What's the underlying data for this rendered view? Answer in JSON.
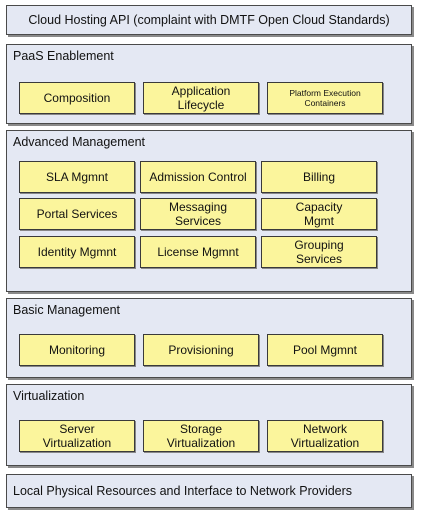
{
  "top_layer": {
    "label": "Cloud Hosting API (complaint with DMTF Open Cloud Standards)"
  },
  "paas": {
    "title": "PaaS Enablement",
    "items": [
      "Composition",
      "Application\nLifecycle",
      "Platform Execution\nContainers"
    ]
  },
  "advanced": {
    "title": "Advanced Management",
    "items": [
      "SLA Mgmnt",
      "Admission Control",
      "Billing",
      "Portal Services",
      "Messaging\nServices",
      "Capacity\nMgmt",
      "Identity Mgmnt",
      "License Mgmnt",
      "Grouping\nServices"
    ]
  },
  "basic": {
    "title": "Basic Management",
    "items": [
      "Monitoring",
      "Provisioning",
      "Pool Mgmnt"
    ]
  },
  "virtualization": {
    "title": "Virtualization",
    "items": [
      "Server\nVirtualization",
      "Storage\nVirtualization",
      "Network\nVirtualization"
    ]
  },
  "bottom_layer": {
    "label": "Local Physical Resources and Interface to Network Providers"
  },
  "colors": {
    "layer_bg": "#e4e8f3",
    "box_bg": "#fbf59c",
    "border": "#4a4a4a"
  }
}
